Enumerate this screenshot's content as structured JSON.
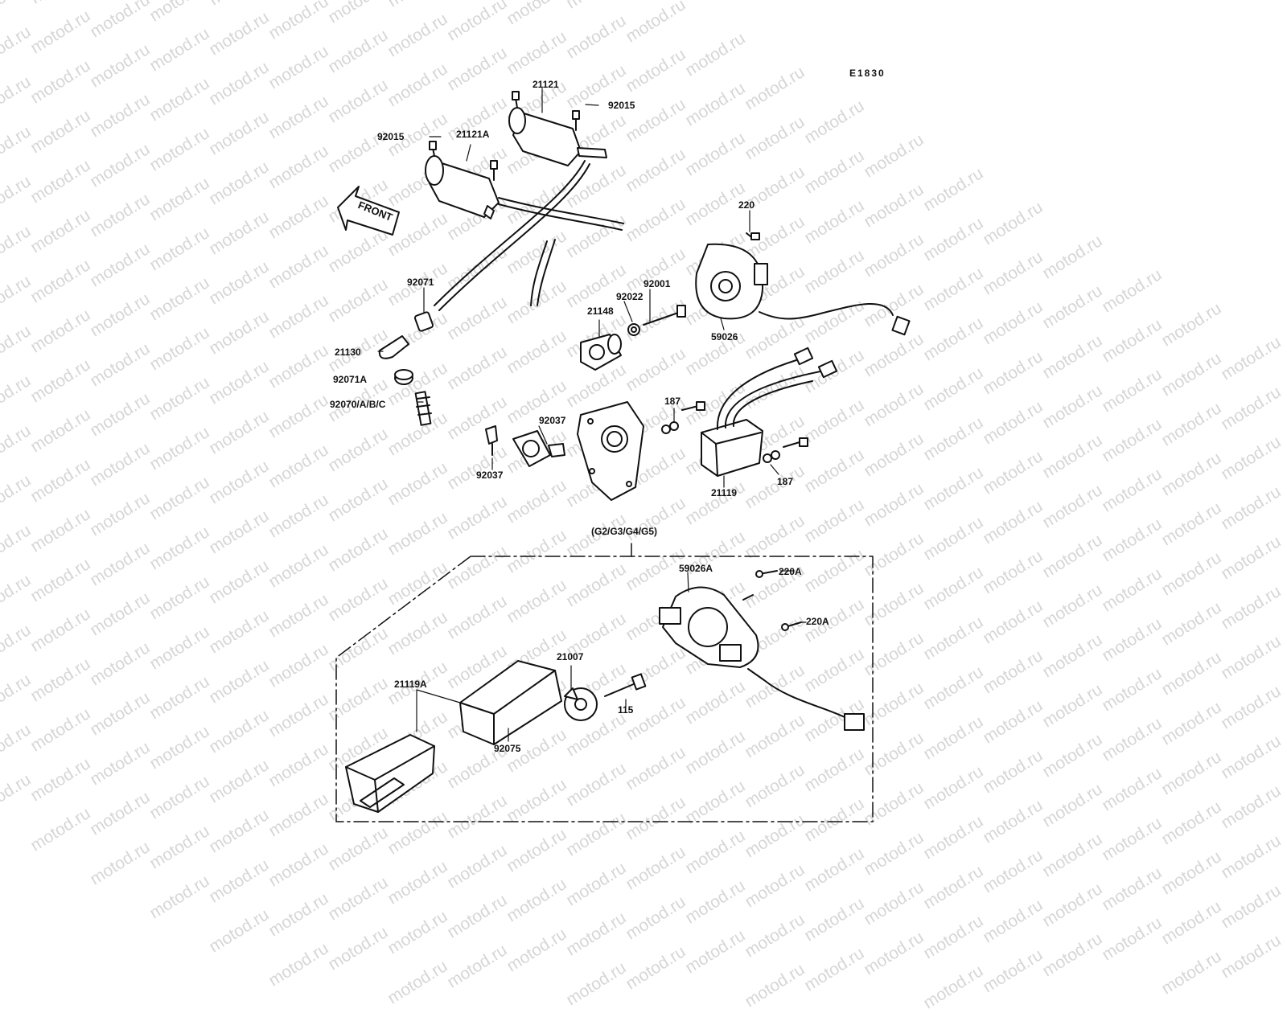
{
  "watermark": "motod.ru",
  "diagram_code": "E1830",
  "variant_label": "(G2/G3/G4/G5)",
  "front_label": "FRONT",
  "part_labels": {
    "p21121": "21121",
    "p92015_right": "92015",
    "p92015_left": "92015",
    "p21121A": "21121A",
    "p220": "220",
    "p92071": "92071",
    "p92001": "92001",
    "p92022": "92022",
    "p21148": "21148",
    "p59026": "59026",
    "p21130": "21130",
    "p92071A": "92071A",
    "p92070": "92070/A/B/C",
    "p187_top": "187",
    "p92037_upper": "92037",
    "p92037_lower": "92037",
    "p21119": "21119",
    "p187_bottom": "187",
    "p59026A": "59026A",
    "p220A_top": "220A",
    "p220A_bottom": "220A",
    "p21007": "21007",
    "p21119A": "21119A",
    "p115": "115",
    "p92075": "92075"
  }
}
